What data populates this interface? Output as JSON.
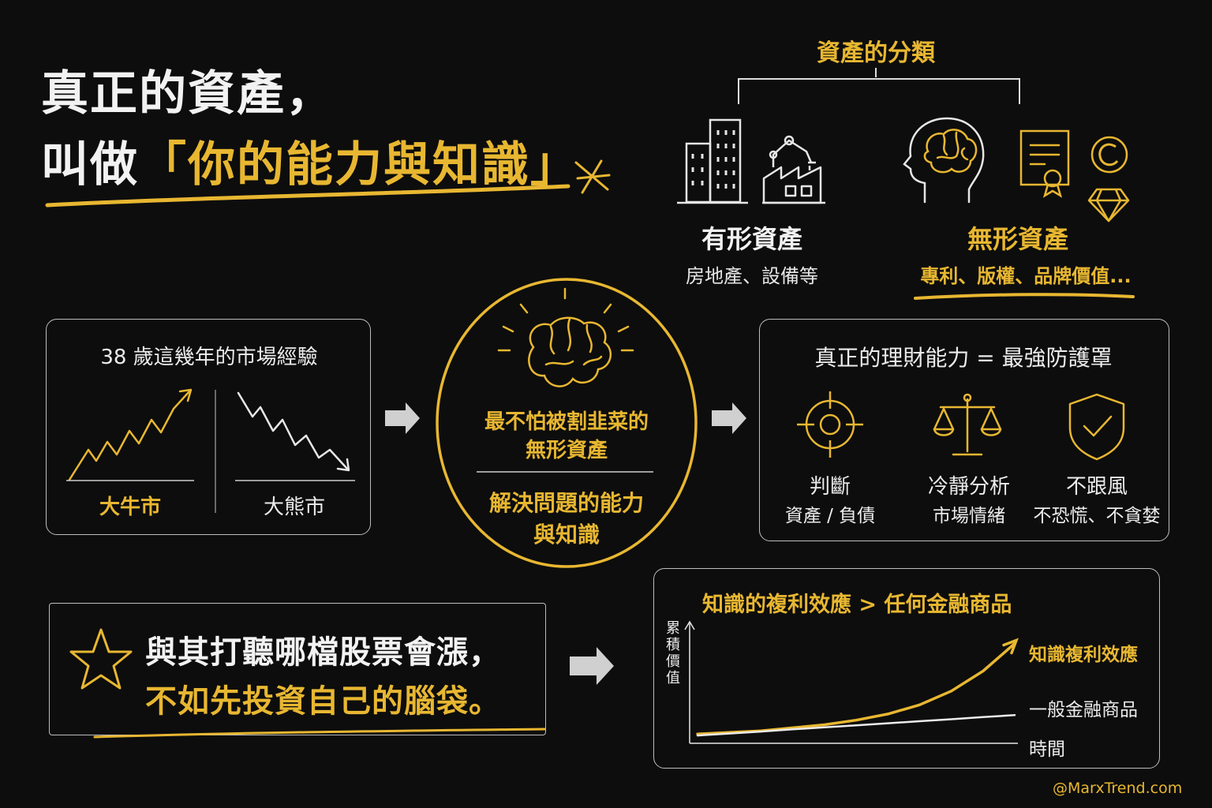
{
  "title": {
    "line1": "真正的資產，",
    "line2_prefix": "叫做",
    "line2_highlight": "「你的能力與知識」"
  },
  "classification": {
    "heading": "資產的分類",
    "tangible": {
      "label": "有形資產",
      "examples": "房地產、設備等"
    },
    "intangible": {
      "label": "無形資產",
      "examples": "專利、版權、品牌價值..."
    }
  },
  "market": {
    "heading": "38 歲這幾年的市場經驗",
    "bull": "大牛市",
    "bear": "大熊市"
  },
  "core": {
    "line1": "最不怕被割韭菜的",
    "line2": "無形資產",
    "line3": "解決問題的能力",
    "line4": "與知識"
  },
  "finance": {
    "heading": "真正的理財能力 = 最強防護罩",
    "items": [
      {
        "title": "判斷",
        "sub": "資產 / 負債",
        "icon": "target-icon"
      },
      {
        "title": "冷靜分析",
        "sub": "市場情緒",
        "icon": "scale-icon"
      },
      {
        "title": "不跟風",
        "sub": "不恐慌、不貪婪",
        "icon": "shield-check-icon"
      }
    ]
  },
  "quote": {
    "line1": "與其打聽哪檔股票會漲，",
    "line2": "不如先投資自己的腦袋。"
  },
  "chart_data": {
    "type": "line",
    "title": "知識的複利效應 > 任何金融商品",
    "ylabel": "累積價值",
    "xlabel": "時間",
    "x": [
      0,
      1,
      2,
      3,
      4,
      5,
      6,
      7,
      8,
      9,
      10
    ],
    "series": [
      {
        "name": "知識複利效應",
        "values": [
          3,
          4,
          5,
          7,
          9,
          12,
          16,
          22,
          31,
          44,
          62
        ],
        "color": "#e8b731"
      },
      {
        "name": "一般金融商品",
        "values": [
          2,
          3.3,
          4.6,
          6,
          7.3,
          8.6,
          10,
          11.3,
          12.6,
          14,
          15.3
        ],
        "color": "#ececec"
      }
    ],
    "ylim": [
      0,
      70
    ],
    "grid": false
  },
  "credit": "@MarxTrend.com",
  "colors": {
    "accent": "#e8b731",
    "background": "#0d0d0d",
    "ink": "#ececec"
  }
}
